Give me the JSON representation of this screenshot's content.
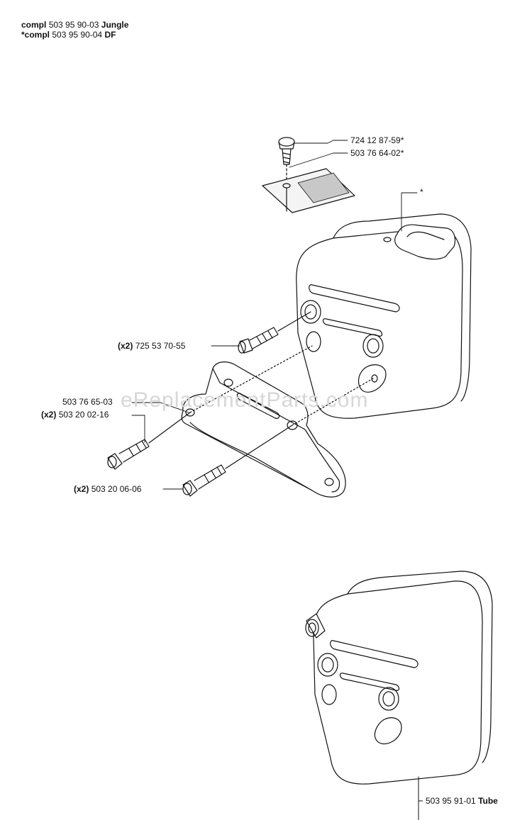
{
  "header": {
    "line1": {
      "prefix": "compl",
      "number": "503 95 90-03",
      "variant": "Jungle"
    },
    "line2": {
      "prefix": "*compl",
      "number": "503 95 90-04",
      "variant": "DF"
    }
  },
  "watermark": "eReplacementParts.com",
  "labels": {
    "screw_top": "724 12 87-59*",
    "spark_screen": "503 76 64-02*",
    "muffler_star": "*",
    "qty_1": "(x2)",
    "screw_725": "725 53 70-55",
    "bracket": "503 76 65-03",
    "qty_2": "(x2)",
    "screw_0216": "503 20 02-16",
    "qty_3": "(x2)",
    "screw_0606": "503 20 06-06",
    "tube_number": "503 95 91-01",
    "tube_name": "Tube"
  },
  "colors": {
    "ink": "#111111",
    "watermark": "#d7d7d7"
  }
}
